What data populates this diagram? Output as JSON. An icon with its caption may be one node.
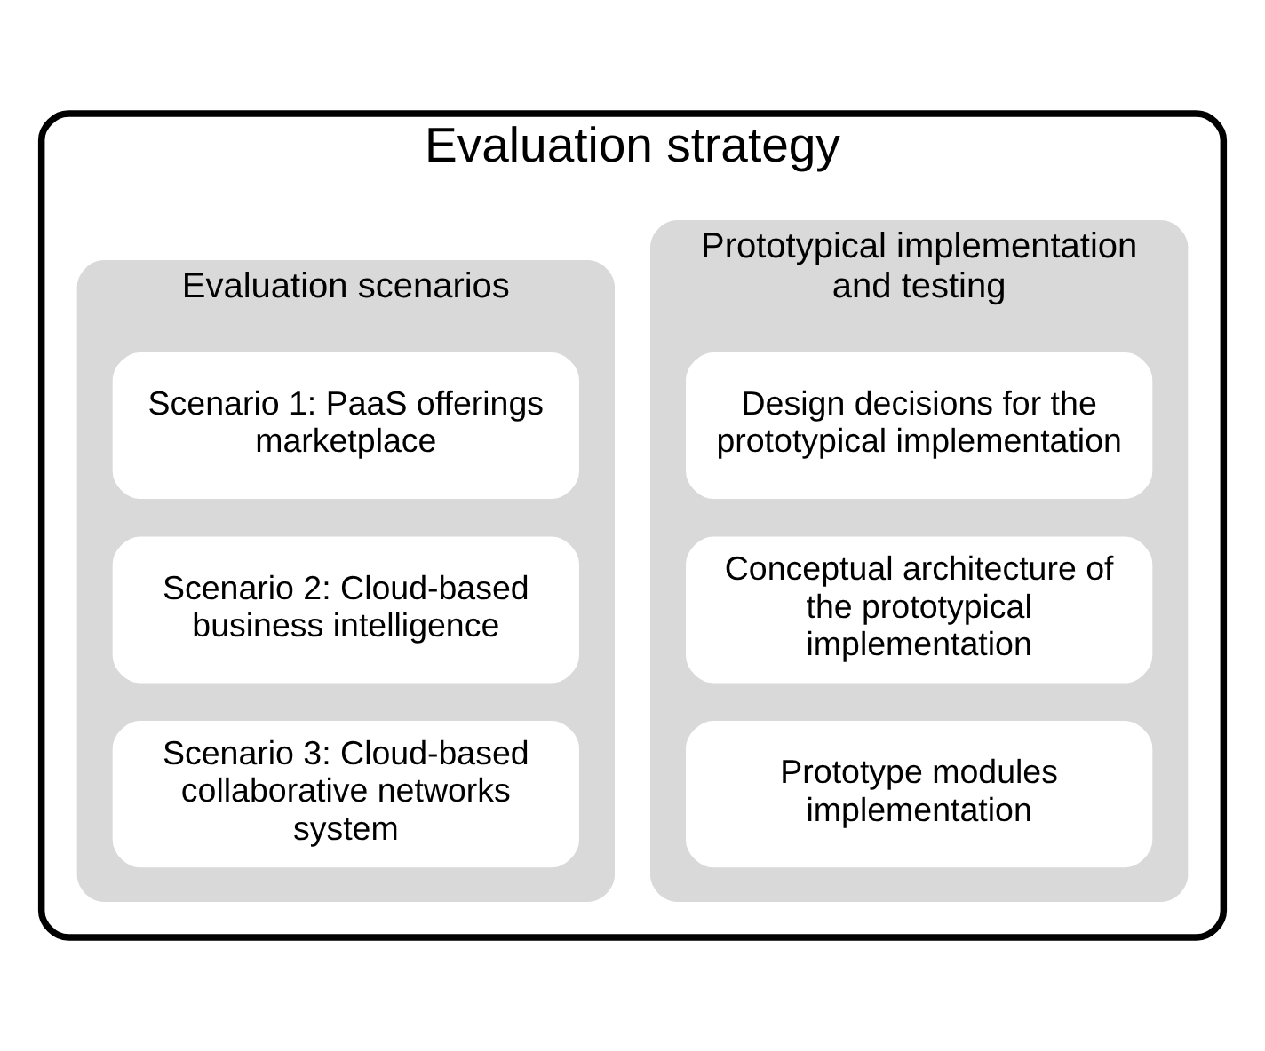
{
  "diagram": {
    "nodes": [
      {
        "text": [
          "Evaluation strategy"
        ]
      },
      {
        "text": [
          "Prototypical implementation and testing"
        ],
        "in": 0
      },
      {
        "text": [
          "Design decisions for the prototypical implementation"
        ],
        "in": 1
      },
      {
        "text": [
          "Conceptual architecture of the prototypical implementation"
        ],
        "in": 1
      },
      {
        "text": [
          "Prototype modules implementation"
        ],
        "in": 1
      },
      {
        "text": [
          "Evaluation scenarios"
        ],
        "in": 0
      },
      {
        "text": [
          "Scenario 1: PaaS offerings marketplace"
        ],
        "in": 5
      },
      {
        "text": [
          "Scenario 2: Cloud-based business intelligence"
        ],
        "in": 5
      },
      {
        "text": [
          "Scenario 3: Cloud-based collaborative networks system"
        ],
        "in": 5
      }
    ],
    "edges": []
  }
}
